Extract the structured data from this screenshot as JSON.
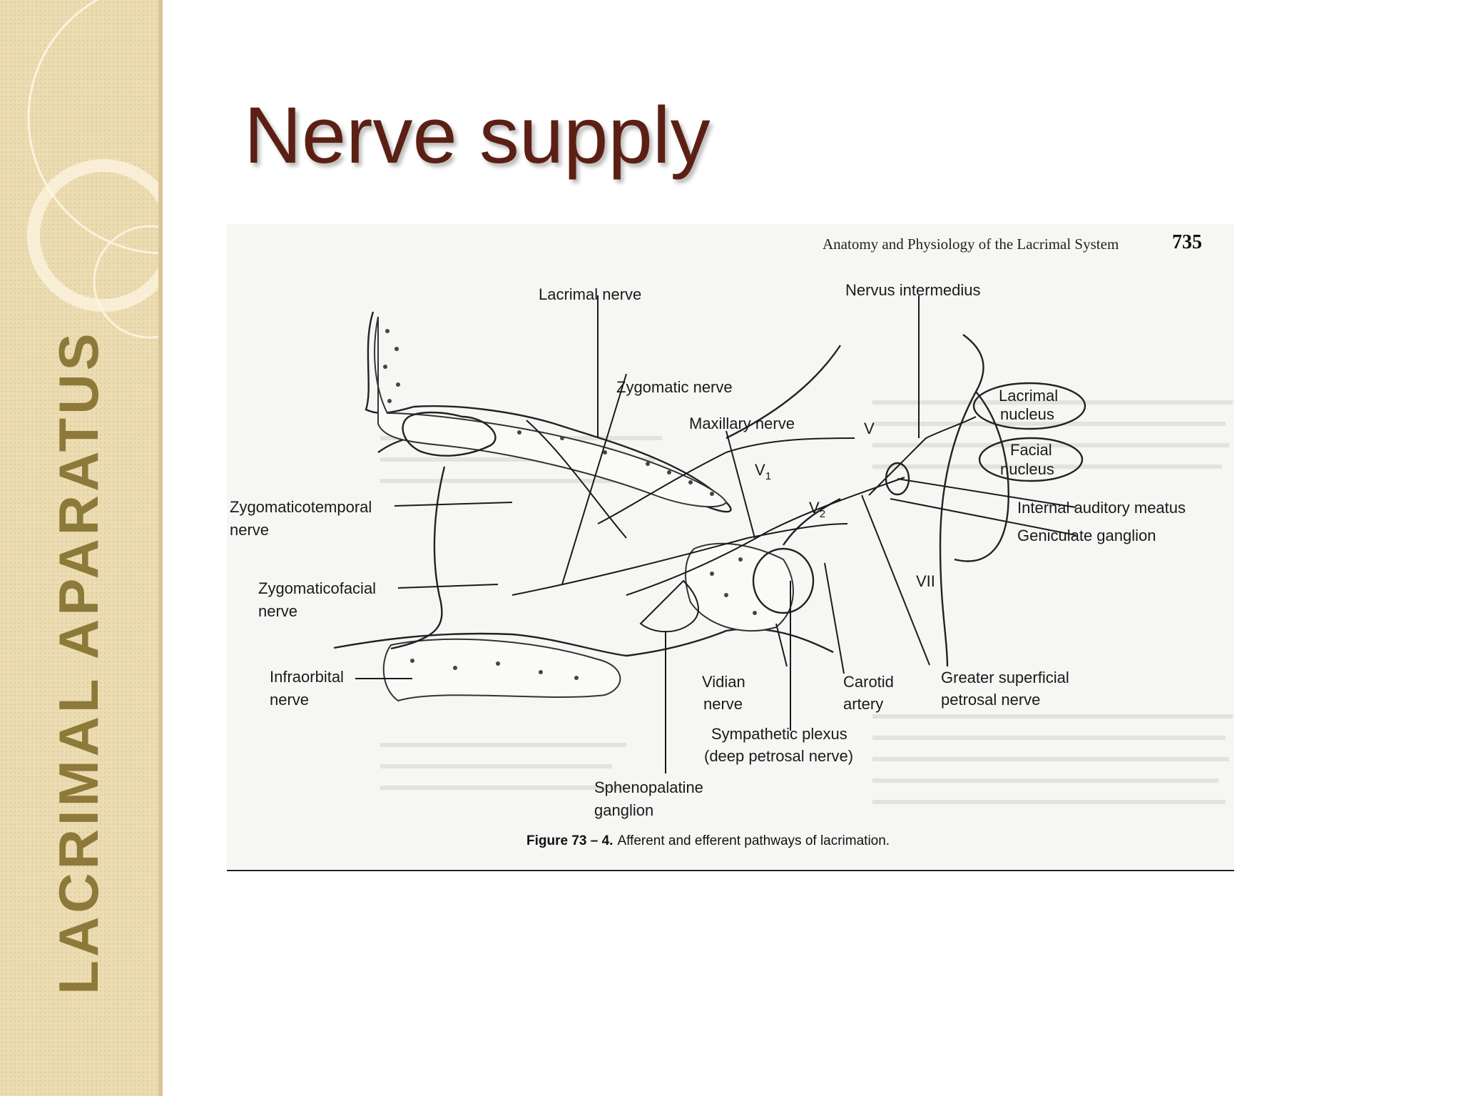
{
  "sidebar": {
    "title": "LACRIMAL  APARATUS"
  },
  "slide": {
    "title": "Nerve supply"
  },
  "figure": {
    "header": "Anatomy and Physiology of the Lacrimal System",
    "page_number": "735",
    "labels": {
      "lacrimal_nerve": "Lacrimal nerve",
      "nervus_intermedius": "Nervus intermedius",
      "zygomatic_nerve": "Zygomatic nerve",
      "maxillary_nerve": "Maxillary nerve",
      "zygomaticotemporal_1": "Zygomaticotemporal",
      "zygomaticotemporal_2": "nerve",
      "zygomaticofacial_1": "Zygomaticofacial",
      "zygomaticofacial_2": "nerve",
      "infraorbital_1": "Infraorbital",
      "infraorbital_2": "nerve",
      "lacrimal_nucleus_1": "Lacrimal",
      "lacrimal_nucleus_2": "nucleus",
      "facial_nucleus_1": "Facial",
      "facial_nucleus_2": "nucleus",
      "internal_auditory_meatus": "Internal auditory meatus",
      "geniculate_ganglion": "Geniculate ganglion",
      "v": "V",
      "v1": "V",
      "v1_sub": "1",
      "v2": "V",
      "v2_sub": "2",
      "vii": "VII",
      "vidian_1": "Vidian",
      "vidian_2": "nerve",
      "carotid_1": "Carotid",
      "carotid_2": "artery",
      "gspn_1": "Greater superficial",
      "gspn_2": "petrosal nerve",
      "sympathetic_1": "Sympathetic plexus",
      "sympathetic_2": "(deep petrosal nerve)",
      "spheno_1": "Sphenopalatine",
      "spheno_2": "ganglion"
    },
    "caption_bold": "Figure 73 – 4.",
    "caption_text": "Afferent and efferent pathways of lacrimation."
  }
}
